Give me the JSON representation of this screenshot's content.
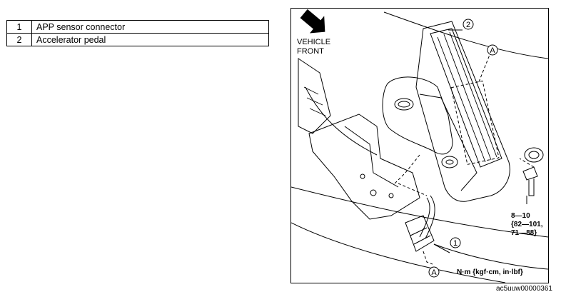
{
  "legend": {
    "rows": [
      {
        "num": "1",
        "label": "APP sensor connector"
      },
      {
        "num": "2",
        "label": "Accelerator pedal"
      }
    ]
  },
  "figure": {
    "direction_label_line1": "VEHICLE",
    "direction_label_line2": "FRONT",
    "callout_1": "1",
    "callout_2": "2",
    "callout_a_top": "A",
    "callout_a_bottom": "A",
    "torque_line1": "8—10",
    "torque_line2": "{82—101,",
    "torque_line3": "71—88}",
    "unit_label": "N·m {kgf·cm, in·lbf}",
    "figure_code": "ac5uuw00000361"
  }
}
